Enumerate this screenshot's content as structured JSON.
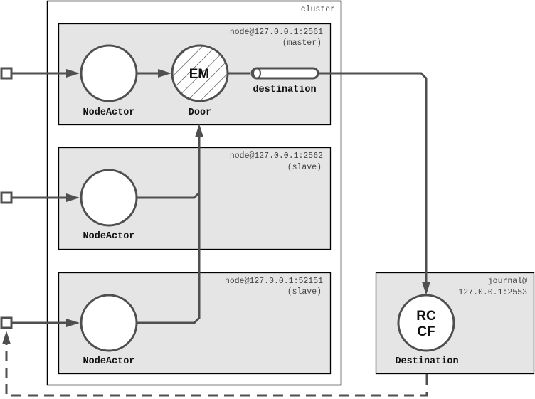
{
  "diagram": {
    "colors": {
      "line": "#4f4f4f",
      "box_fill": "#e5e5e5",
      "box_border": "#000000",
      "circle_fill": "#ffffff"
    },
    "cluster": {
      "label": "cluster"
    },
    "nodes": [
      {
        "label_line1": "node@127.0.0.1:2561",
        "label_line2": "(master)"
      },
      {
        "label_line1": "node@127.0.0.1:2562",
        "label_line2": "(slave)"
      },
      {
        "label_line1": "node@127.0.0.1:52151",
        "label_line2": "(slave)"
      }
    ],
    "journal": {
      "label_line1": "journal@",
      "label_line2": "127.0.0.1:2553"
    },
    "actors": {
      "node_actor_1": {
        "label": "NodeActor"
      },
      "node_actor_2": {
        "label": "NodeActor"
      },
      "node_actor_3": {
        "label": "NodeActor"
      },
      "door": {
        "label": "Door",
        "inner": "EM",
        "pattern": "hatched"
      },
      "destination_channel": {
        "label": "destination"
      },
      "destination": {
        "label": "Destination",
        "inner_line1": "RC",
        "inner_line2": "CF"
      }
    },
    "edges": [
      {
        "from": "external-input-1",
        "to": "node_actor_1",
        "style": "solid"
      },
      {
        "from": "external-input-2",
        "to": "node_actor_2",
        "style": "solid"
      },
      {
        "from": "external-input-3",
        "to": "node_actor_3",
        "style": "solid"
      },
      {
        "from": "node_actor_1",
        "to": "door",
        "style": "solid"
      },
      {
        "from": "node_actor_2",
        "to": "door",
        "style": "solid"
      },
      {
        "from": "node_actor_3",
        "to": "door",
        "style": "solid"
      },
      {
        "from": "door",
        "to": "destination_channel",
        "style": "solid"
      },
      {
        "from": "destination_channel",
        "to": "destination",
        "style": "solid"
      },
      {
        "from": "destination",
        "to": "external-input-3",
        "style": "dashed"
      }
    ]
  }
}
